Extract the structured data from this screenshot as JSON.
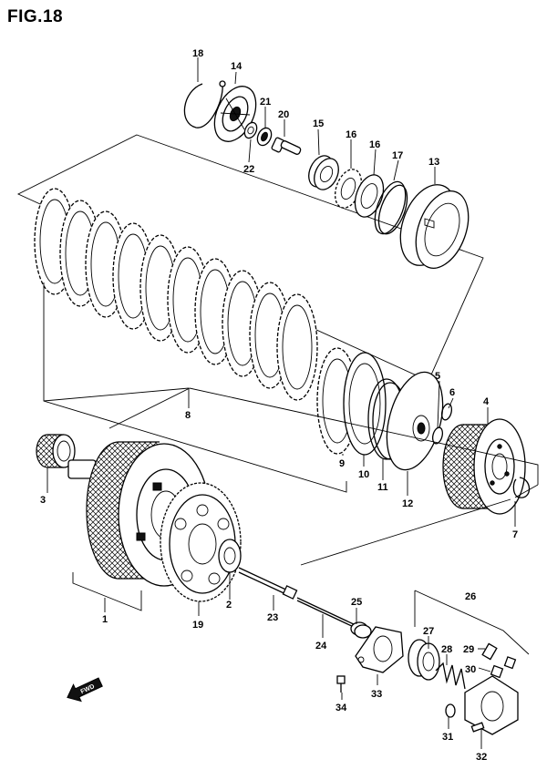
{
  "figure": {
    "title": "FIG.18"
  },
  "direction_marker": {
    "label": "FWD",
    "icon": "forward-arrow-icon"
  },
  "parts": [
    {
      "number": "1"
    },
    {
      "number": "2"
    },
    {
      "number": "3"
    },
    {
      "number": "4"
    },
    {
      "number": "5"
    },
    {
      "number": "6"
    },
    {
      "number": "7"
    },
    {
      "number": "8"
    },
    {
      "number": "9"
    },
    {
      "number": "10"
    },
    {
      "number": "11"
    },
    {
      "number": "12"
    },
    {
      "number": "13"
    },
    {
      "number": "14"
    },
    {
      "number": "15"
    },
    {
      "number": "16"
    },
    {
      "number": "16"
    },
    {
      "number": "17"
    },
    {
      "number": "18"
    },
    {
      "number": "19"
    },
    {
      "number": "20"
    },
    {
      "number": "21"
    },
    {
      "number": "22"
    },
    {
      "number": "23"
    },
    {
      "number": "24"
    },
    {
      "number": "25"
    },
    {
      "number": "26"
    },
    {
      "number": "27"
    },
    {
      "number": "28"
    },
    {
      "number": "29"
    },
    {
      "number": "30"
    },
    {
      "number": "31"
    },
    {
      "number": "32"
    },
    {
      "number": "33"
    },
    {
      "number": "34"
    }
  ]
}
